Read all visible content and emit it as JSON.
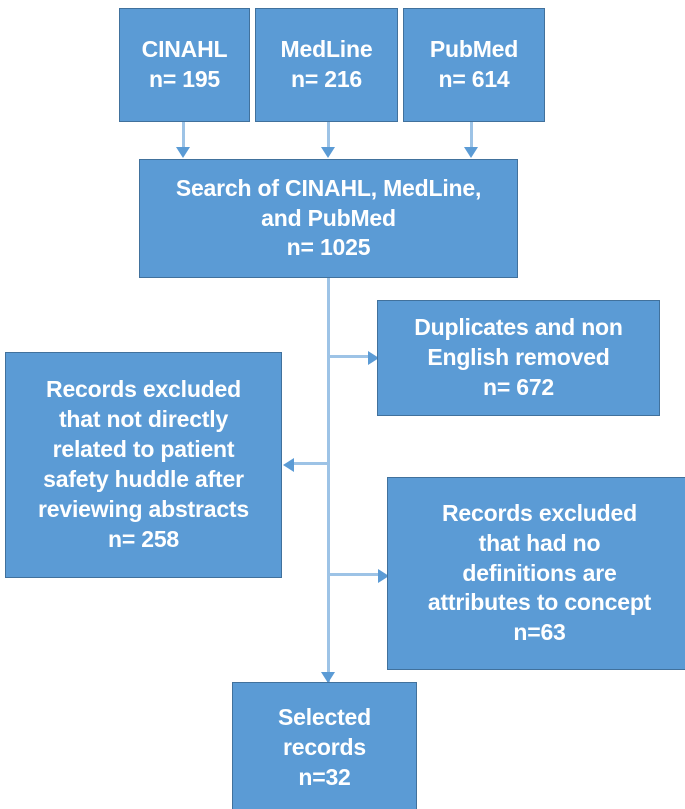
{
  "diagram": {
    "type": "prisma-flowchart",
    "colors": {
      "node_fill": "#5B9BD5",
      "node_border": "#41719C",
      "connector": "#9DC3E6",
      "text": "#FFFFFF",
      "background": "#FFFFFF"
    },
    "nodes": {
      "cinahl": {
        "label": "CINAHL\nn= 195",
        "count": 195
      },
      "medline": {
        "label": "MedLine\nn= 216",
        "count": 216
      },
      "pubmed": {
        "label": "PubMed\nn= 614",
        "count": 614
      },
      "search": {
        "label": "Search of CINAHL, MedLine,\nand PubMed\nn= 1025",
        "count": 1025
      },
      "duplicates": {
        "label": "Duplicates and non\nEnglish removed\nn= 672",
        "count": 672
      },
      "excluded_topic": {
        "label": "Records excluded\nthat not directly\nrelated to patient\nsafety huddle after\nreviewing abstracts\nn= 258",
        "count": 258
      },
      "excluded_definition": {
        "label": "Records excluded\nthat had no\ndefinitions are\nattributes to concept\nn=63",
        "count": 63
      },
      "selected": {
        "label": "Selected\nrecords\nn=32",
        "count": 32
      }
    },
    "edges": [
      {
        "from": "cinahl",
        "to": "search",
        "direction": "down"
      },
      {
        "from": "medline",
        "to": "search",
        "direction": "down"
      },
      {
        "from": "pubmed",
        "to": "search",
        "direction": "down"
      },
      {
        "from": "search",
        "to": "duplicates",
        "direction": "right"
      },
      {
        "from": "search",
        "to": "excluded_topic",
        "direction": "left"
      },
      {
        "from": "search",
        "to": "excluded_definition",
        "direction": "right"
      },
      {
        "from": "search",
        "to": "selected",
        "direction": "down"
      }
    ]
  }
}
